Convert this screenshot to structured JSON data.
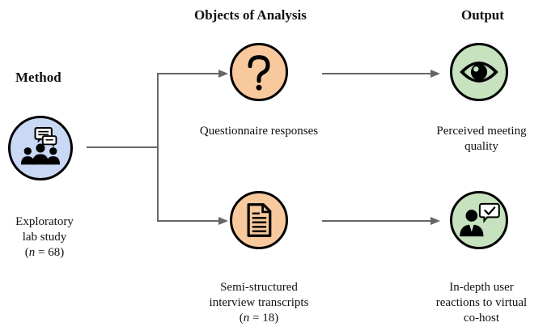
{
  "headings": {
    "method": "Method",
    "objects": "Objects of Analysis",
    "output": "Output"
  },
  "method": {
    "icon": "group-discussion-icon",
    "color": "#c9d8f5",
    "caption_line1": "Exploratory",
    "caption_line2": "lab study",
    "n_open": "(",
    "n_var": "n",
    "n_rest": " = 68)"
  },
  "objects": [
    {
      "icon": "question-mark-icon",
      "color": "#f8c99d",
      "caption_line1": "Questionnaire responses"
    },
    {
      "icon": "document-icon",
      "color": "#f8c99d",
      "caption_line1": "Semi-structured",
      "caption_line2": "interview transcripts",
      "n_open": "(",
      "n_var": "n",
      "n_rest": " = 18)"
    }
  ],
  "outputs": [
    {
      "icon": "eye-icon",
      "color": "#c6e2bf",
      "caption_line1": "Perceived meeting",
      "caption_line2": "quality"
    },
    {
      "icon": "user-chat-check-icon",
      "color": "#c6e2bf",
      "caption_line1": "In-depth user",
      "caption_line2": "reactions to virtual",
      "caption_line3": "co-host"
    }
  ]
}
